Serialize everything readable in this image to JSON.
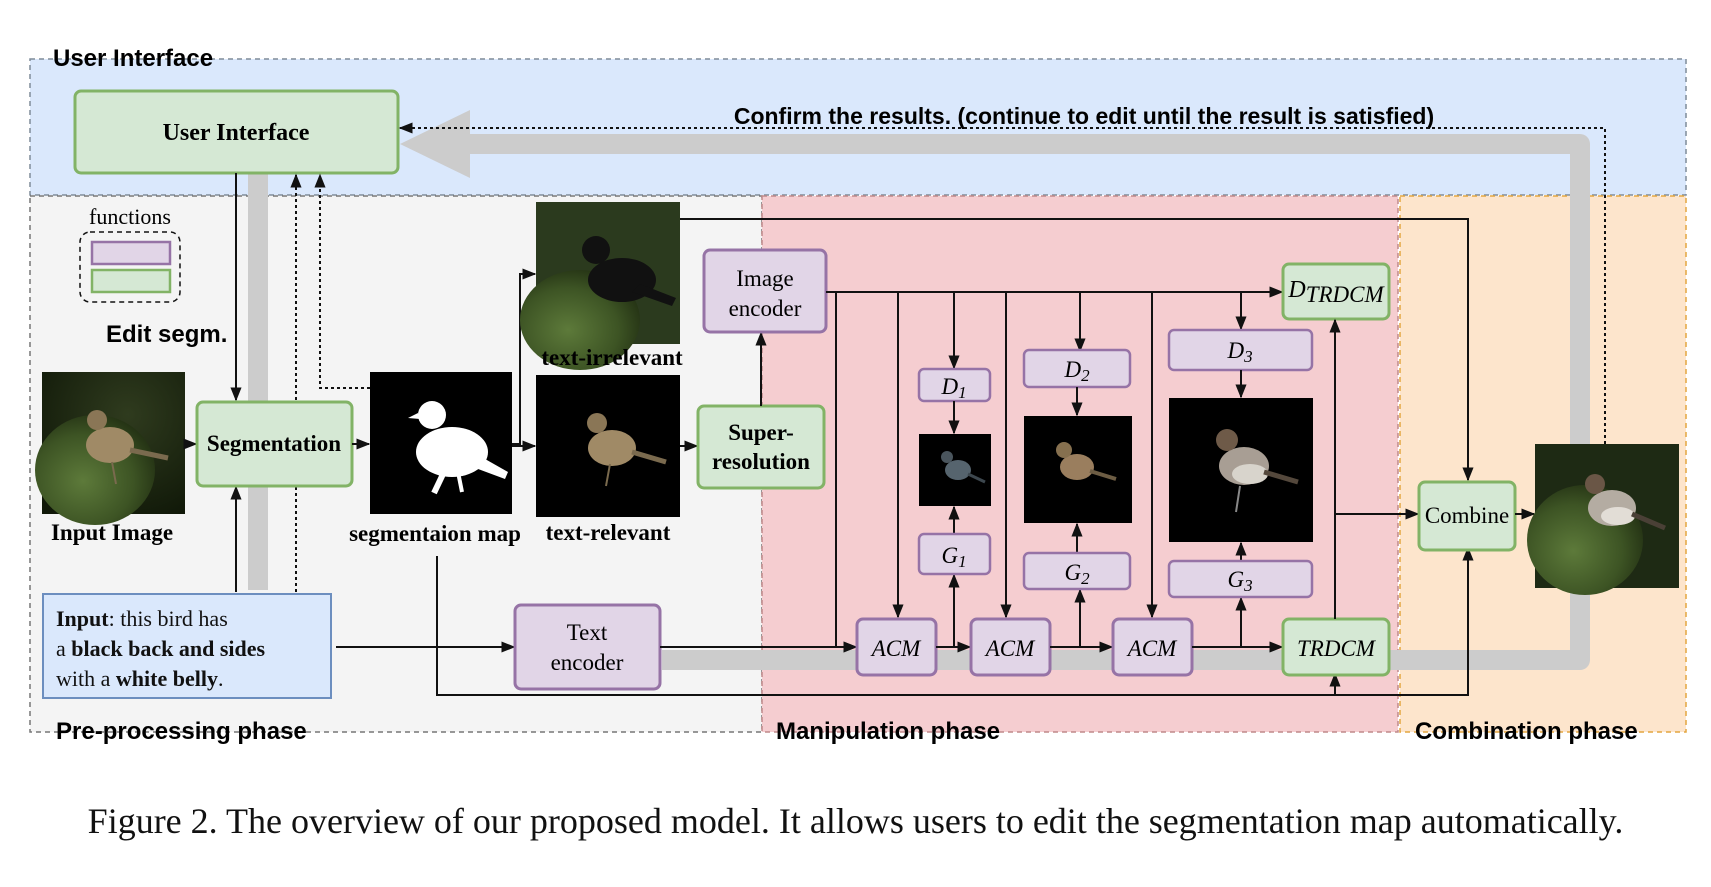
{
  "phases": {
    "user_interface": "User Interface",
    "pre_processing": "Pre-processing phase",
    "manipulation": "Manipulation phase",
    "combination": "Combination phase"
  },
  "ui_box": "User Interface",
  "feedback_label": "Confirm the results. (continue to edit until the result is satisfied)",
  "legend": {
    "title": "functions",
    "edit_label": "Edit segm."
  },
  "nodes": {
    "segmentation": "Segmentation",
    "super_resolution_1": "Super-",
    "super_resolution_2": "resolution",
    "image_encoder_1": "Image",
    "image_encoder_2": "encoder",
    "text_encoder_1": "Text",
    "text_encoder_2": "encoder",
    "acm_1": "ACM",
    "acm_2": "ACM",
    "acm_3": "ACM",
    "trdcm": "TRDCM",
    "d_trdcm_main": "D",
    "d_trdcm_sub": "TRDCM",
    "d1_main": "D",
    "d1_sub": "1",
    "d2_main": "D",
    "d2_sub": "2",
    "d3_main": "D",
    "d3_sub": "3",
    "g1_main": "G",
    "g1_sub": "1",
    "g2_main": "G",
    "g2_sub": "2",
    "g3_main": "G",
    "g3_sub": "3",
    "combine": "Combine"
  },
  "image_labels": {
    "input_image": "Input Image",
    "segmentation_map": "segmentaion map",
    "text_irrelevant": "text-irrelevant",
    "text_relevant": "text-relevant"
  },
  "input_text": {
    "prefix": "Input",
    "line1_rest": ": this bird has",
    "line2_a": "a ",
    "line2_b": "black back and sides",
    "line3_a": "with a ",
    "line3_b": "white belly",
    "line3_c": "."
  },
  "caption": "Figure 2. The overview of our proposed model. It allows users to edit the segmentation map automatically.",
  "colors": {
    "ui_region": "#dae8fc",
    "pre_region": "#f4f4f4",
    "manip_region": "#f5cdd0",
    "combo_region": "#fde5cc",
    "green_fill": "#d5e8d4",
    "green_stroke": "#82b366",
    "purple_fill": "#e1d5e7",
    "purple_stroke": "#9673a6",
    "flow_gray": "#cccccc"
  }
}
